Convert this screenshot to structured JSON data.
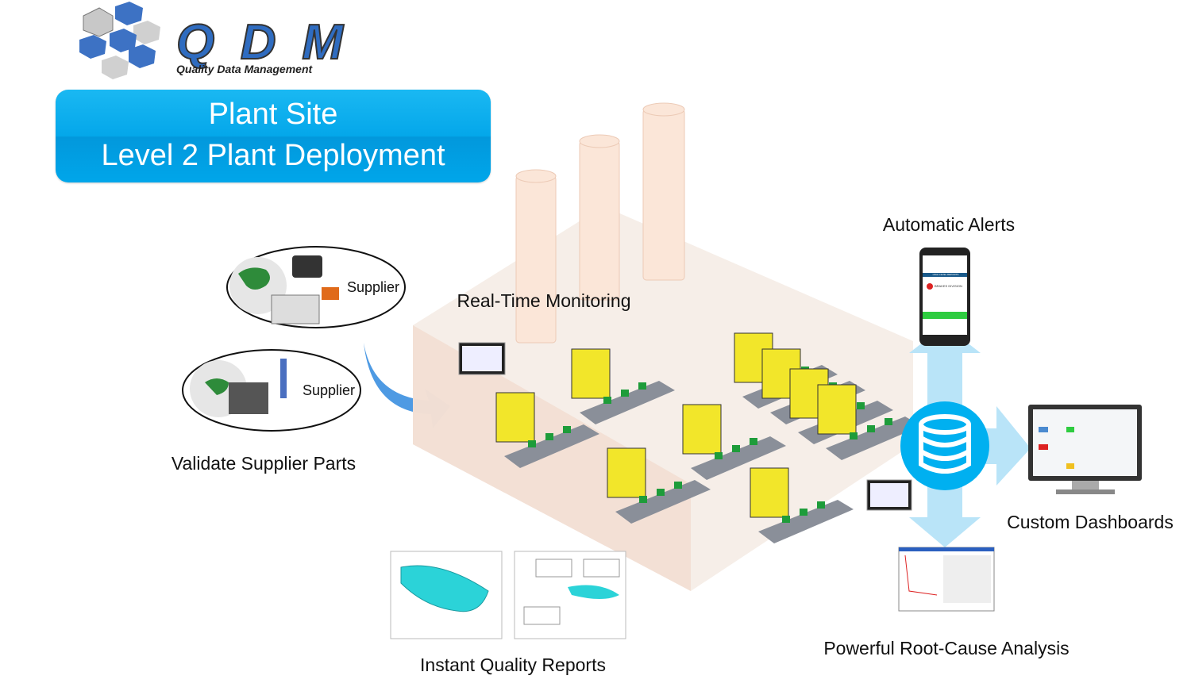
{
  "logo": {
    "wordmark": "QDM",
    "tagline": "Quality Data Management"
  },
  "banner": {
    "line1": "Plant Site",
    "line2": "Level 2 Plant Deployment"
  },
  "suppliers": [
    {
      "label": "Supplier"
    },
    {
      "label": "Supplier"
    }
  ],
  "labels": {
    "validate": "Validate Supplier Parts",
    "monitoring": "Real-Time Monitoring",
    "alerts": "Automatic Alerts",
    "dashboards": "Custom Dashboards",
    "root_cause": "Powerful Root-Cause Analysis",
    "reports": "Instant Quality Reports"
  },
  "phone": {
    "header": "HIGH LEVEL REPORTS",
    "division": "BRAKES DIVISION"
  },
  "colors": {
    "accent": "#00b0f0",
    "arrow": "#b9e4f8",
    "machine": "#f2e62a",
    "conveyor": "#8a8f99",
    "part": "#1e9c3a"
  }
}
